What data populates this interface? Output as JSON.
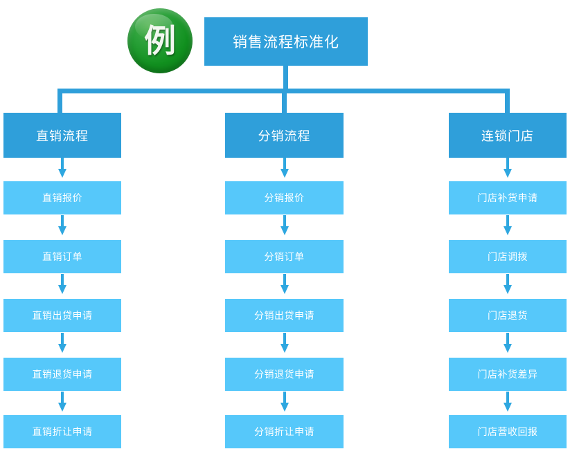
{
  "badge": {
    "label": "例",
    "shape": "circle",
    "color": "#11901f"
  },
  "title": {
    "label": "销售流程标准化",
    "color": "#2f9fda"
  },
  "colors": {
    "header_blue": "#2f9fda",
    "node_blue": "#56c8fa",
    "connector_blue": "#2f9fda",
    "badge_green": "#11901f",
    "text_white": "#ffffff",
    "background": "#ffffff"
  },
  "chart_data": {
    "type": "diagram",
    "title": "销售流程标准化",
    "structure": "tree",
    "root": "销售流程标准化",
    "branches": [
      {
        "header": "直销流程",
        "steps": [
          "直销报价",
          "直销订单",
          "直销出贷申请",
          "直销退货申请",
          "直销折让申请"
        ]
      },
      {
        "header": "分销流程",
        "steps": [
          "分销报价",
          "分销订单",
          "分销出贷申请",
          "分销退货申请",
          "分销折让申请"
        ]
      },
      {
        "header": "连锁门店",
        "steps": [
          "门店补货申请",
          "门店调拨",
          "门店退货",
          "门店补货差异",
          "门店营收回报"
        ]
      }
    ]
  },
  "columns": [
    {
      "header": "直销流程",
      "steps": [
        {
          "label": "直销报价"
        },
        {
          "label": "直销订单"
        },
        {
          "label": "直销出贷申请"
        },
        {
          "label": "直销退货申请"
        },
        {
          "label": "直销折让申请"
        }
      ]
    },
    {
      "header": "分销流程",
      "steps": [
        {
          "label": "分销报价"
        },
        {
          "label": "分销订单"
        },
        {
          "label": "分销出贷申请"
        },
        {
          "label": "分销退货申请"
        },
        {
          "label": "分销折让申请"
        }
      ]
    },
    {
      "header": "连锁门店",
      "steps": [
        {
          "label": "门店补货申请"
        },
        {
          "label": "门店调拨"
        },
        {
          "label": "门店退货"
        },
        {
          "label": "门店补货差异"
        },
        {
          "label": "门店营收回报"
        }
      ]
    }
  ]
}
